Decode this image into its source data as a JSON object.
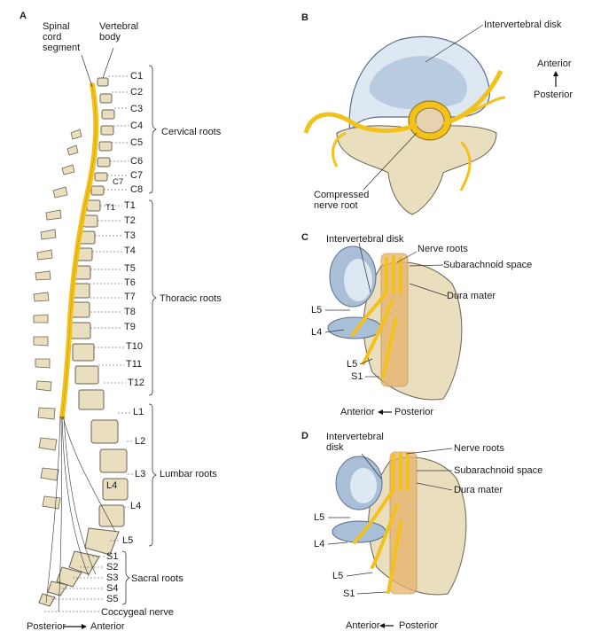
{
  "panels": {
    "a": "A",
    "b": "B",
    "c": "C",
    "d": "D"
  },
  "panel_a": {
    "spinal_cord_segment": "Spinal\ncord\nsegment",
    "vertebral_body": "Vertebral\nbody",
    "cervical": [
      "C1",
      "C2",
      "C3",
      "C4",
      "C5",
      "C6",
      "C7",
      "C7",
      "C8"
    ],
    "thoracic": [
      "T1",
      "T1",
      "T2",
      "T3",
      "T4",
      "T5",
      "T6",
      "T7",
      "T8",
      "T9",
      "T10",
      "T11",
      "T12"
    ],
    "lumbar": [
      "L1",
      "L2",
      "L3",
      "L4",
      "L4",
      "L5"
    ],
    "sacral": [
      "S1",
      "S2",
      "S3",
      "S4",
      "S5"
    ],
    "cervical_roots": "Cervical roots",
    "thoracic_roots": "Thoracic roots",
    "lumbar_roots": "Lumbar roots",
    "sacral_roots": "Sacral roots",
    "coccygeal_nerve": "Coccygeal nerve",
    "orientation_left": "Posterior",
    "orientation_right": "Anterior"
  },
  "panel_b": {
    "intervertebral_disk": "Intervertebral disk",
    "compressed_nerve_root": "Compressed\nnerve root",
    "anterior": "Anterior",
    "posterior": "Posterior"
  },
  "panel_c": {
    "intervertebral_disk": "Intervertebral disk",
    "nerve_roots": "Nerve roots",
    "subarachnoid_space": "Subarachnoid space",
    "dura_mater": "Dura mater",
    "l5_upper": "L5",
    "l4": "L4",
    "l5_lower": "L5",
    "s1": "S1",
    "orientation_left": "Anterior",
    "orientation_right": "Posterior"
  },
  "panel_d": {
    "intervertebral_disk": "Intervertebral\ndisk",
    "nerve_roots": "Nerve roots",
    "subarachnoid_space": "Subarachnoid space",
    "dura_mater": "Dura mater",
    "l5_upper": "L5",
    "l4": "L4",
    "l5_lower": "L5",
    "s1": "S1",
    "orientation_left": "Anterior",
    "orientation_right": "Posterior"
  },
  "colors": {
    "bone": "#e9dfbf",
    "bone_outline": "#6b6253",
    "cord": "#f3c21a",
    "disk": "#a9bfd8",
    "disk_light": "#dde8f3",
    "dura": "#e7b26a"
  }
}
